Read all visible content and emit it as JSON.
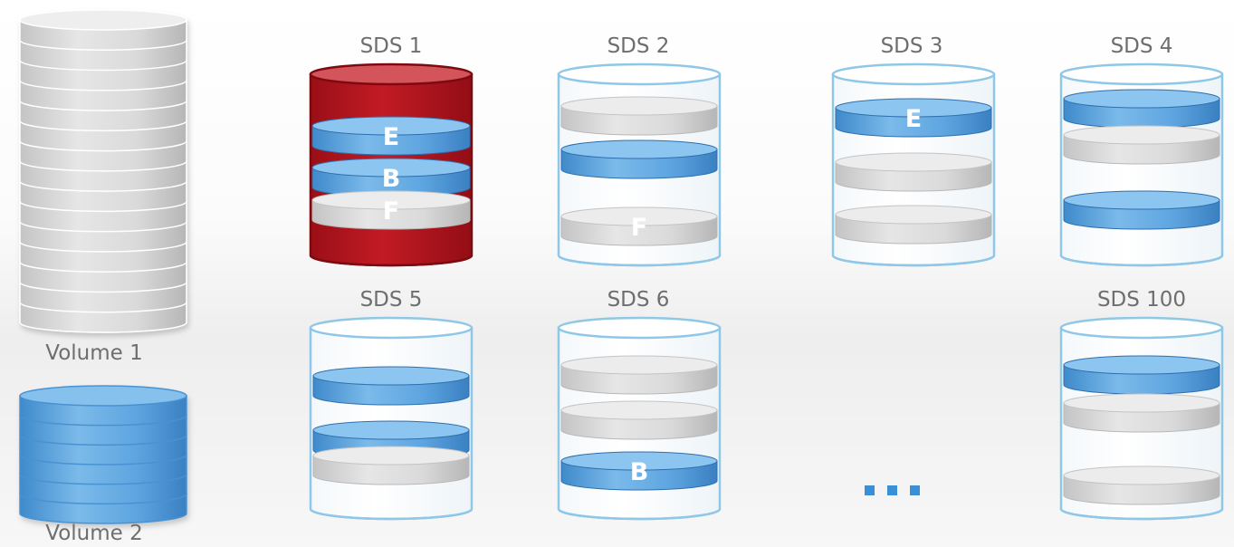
{
  "volumes": [
    {
      "label": "Volume 1",
      "color": "#d8d8d8",
      "slices": 15
    },
    {
      "label": "Volume 2",
      "color": "#5ba3df",
      "slices": 6
    }
  ],
  "servers": [
    {
      "label": "SDS 1",
      "failed": true,
      "chunks": [
        {
          "color": "blue",
          "letter": "E"
        },
        {
          "color": "blue",
          "letter": "B"
        },
        {
          "color": "gray",
          "letter": "F"
        }
      ]
    },
    {
      "label": "SDS 2",
      "failed": false,
      "chunks": [
        {
          "color": "gray",
          "letter": ""
        },
        {
          "color": "blue",
          "letter": ""
        },
        {
          "color": "gray",
          "letter": "F"
        }
      ]
    },
    {
      "label": "SDS 3",
      "failed": false,
      "chunks": [
        {
          "color": "blue",
          "letter": "E"
        },
        {
          "color": "gray",
          "letter": ""
        },
        {
          "color": "gray",
          "letter": ""
        }
      ]
    },
    {
      "label": "SDS 4",
      "failed": false,
      "chunks": [
        {
          "color": "blue",
          "letter": ""
        },
        {
          "color": "gray",
          "letter": ""
        },
        {
          "color": "blue",
          "letter": ""
        }
      ]
    },
    {
      "label": "SDS 5",
      "failed": false,
      "chunks": [
        {
          "color": "blue",
          "letter": ""
        },
        {
          "color": "blue",
          "letter": ""
        },
        {
          "color": "gray",
          "letter": ""
        }
      ]
    },
    {
      "label": "SDS 6",
      "failed": false,
      "chunks": [
        {
          "color": "gray",
          "letter": ""
        },
        {
          "color": "gray",
          "letter": ""
        },
        {
          "color": "blue",
          "letter": "B"
        }
      ]
    },
    {
      "label": "SDS 100",
      "failed": false,
      "chunks": [
        {
          "color": "blue",
          "letter": ""
        },
        {
          "color": "gray",
          "letter": ""
        },
        {
          "color": "gray",
          "letter": ""
        }
      ]
    }
  ],
  "ellipsis_icon": "three-dots-icon",
  "colors": {
    "blue": "#5ba3df",
    "gray": "#d9d9d9",
    "failed": "#b3141e",
    "outline": "#8fc7e6"
  }
}
